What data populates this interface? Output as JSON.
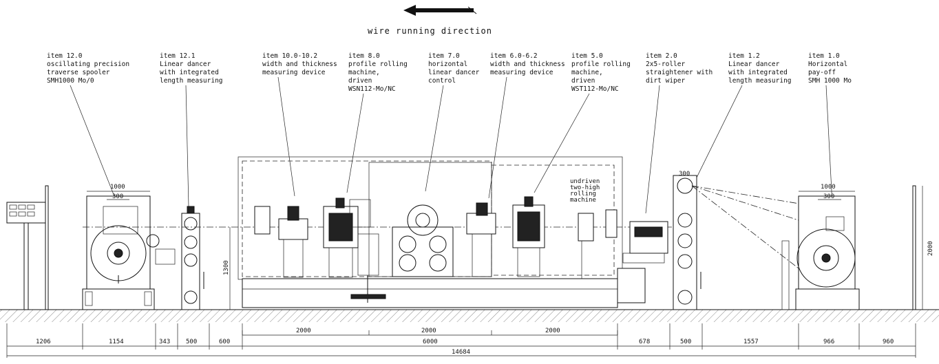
{
  "direction_text": "wire running direction",
  "items": [
    {
      "id": "item-12-0",
      "lines": [
        "item 12.0",
        "oscillating precision",
        "traverse spooler",
        "SMH1000 Mo/0"
      ]
    },
    {
      "id": "item-12-1",
      "lines": [
        "item 12.1",
        "Linear dancer",
        "with integrated",
        "length measuring"
      ]
    },
    {
      "id": "item-10-0",
      "lines": [
        "item 10.0-10.2",
        "width and thickness",
        "measuring device"
      ]
    },
    {
      "id": "item-8-0",
      "lines": [
        "item 8.0",
        "profile rolling",
        "machine,",
        "driven",
        "WSN112-Mo/NC"
      ]
    },
    {
      "id": "item-7-0",
      "lines": [
        "item 7.0",
        "horizontal",
        "linear dancer",
        "control"
      ]
    },
    {
      "id": "item-6-0",
      "lines": [
        "item 6.0-6.2",
        "width and thickness",
        "measuring device"
      ]
    },
    {
      "id": "item-5-0",
      "lines": [
        "item 5.0",
        "profile rolling",
        "machine,",
        "driven",
        "WST112-Mo/NC"
      ]
    },
    {
      "id": "item-2-0",
      "lines": [
        "item 2.0",
        "2x5-roller",
        "straightener with",
        "dirt wiper"
      ]
    },
    {
      "id": "item-1-2",
      "lines": [
        "item 1.2",
        "Linear dancer",
        "with integrated",
        "length measuring"
      ]
    },
    {
      "id": "item-1-0",
      "lines": [
        "item 1.0",
        "Horizontal",
        "pay-off",
        "SMH 1000 Mo"
      ]
    }
  ],
  "undriven_label": [
    "undriven",
    "two-high",
    "rolling",
    "machine"
  ],
  "dims": {
    "spooler_width": "1000",
    "spooler_inner": "300",
    "payoff_width": "1000",
    "payoff_inner": "300",
    "dancer_top": "300",
    "height_1300": "1300",
    "height_2000": "2000",
    "bottom_row": [
      "1206",
      "1154",
      "343",
      "500",
      "600",
      "678",
      "500",
      "1557",
      "966",
      "960"
    ],
    "mid_row": [
      "2000",
      "2000",
      "2000"
    ],
    "mid_total": "6000",
    "total": "14684"
  }
}
